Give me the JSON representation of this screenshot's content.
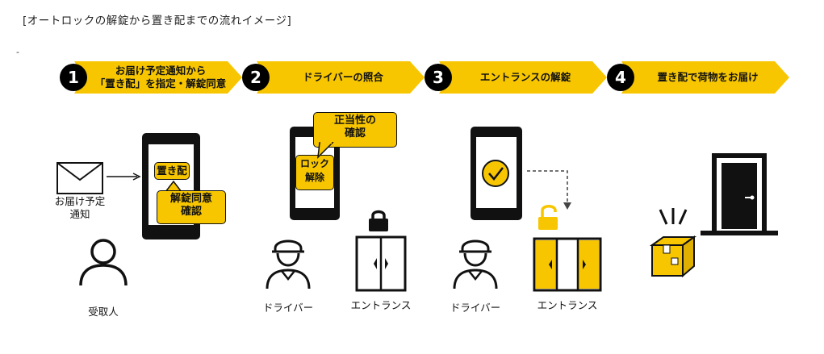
{
  "title": "[オートロックの解錠から置き配までの流れイメージ]",
  "marker": "-",
  "colors": {
    "accent": "#f7c600",
    "ink": "#111111"
  },
  "steps": [
    {
      "num": "1",
      "line1": "お届け予定通知から",
      "line2": "「置き配」を指定・解錠同意"
    },
    {
      "num": "2",
      "line1": "ドライバーの照合",
      "line2": ""
    },
    {
      "num": "3",
      "line1": "エントランスの解錠",
      "line2": ""
    },
    {
      "num": "4",
      "line1": "置き配で荷物をお届け",
      "line2": ""
    }
  ],
  "scene1": {
    "notify_line1": "お届け予定",
    "notify_line2": "通知",
    "phone_option": "置き配",
    "consent_line1": "解錠同意",
    "consent_line2": "確認",
    "recipient": "受取人"
  },
  "scene2": {
    "check_line1": "正当性の",
    "check_line2": "確認",
    "lock_line1": "ロック",
    "lock_line2": "解除",
    "driver": "ドライバー",
    "entrance": "エントランス"
  },
  "scene3": {
    "driver": "ドライバー",
    "entrance": "エントランス"
  },
  "icons": [
    "envelope-icon",
    "person-icon",
    "smartphone-icon",
    "driver-icon",
    "padlock-closed-icon",
    "padlock-open-icon",
    "check-circle-icon",
    "auto-door-icon",
    "package-icon",
    "front-door-icon"
  ]
}
